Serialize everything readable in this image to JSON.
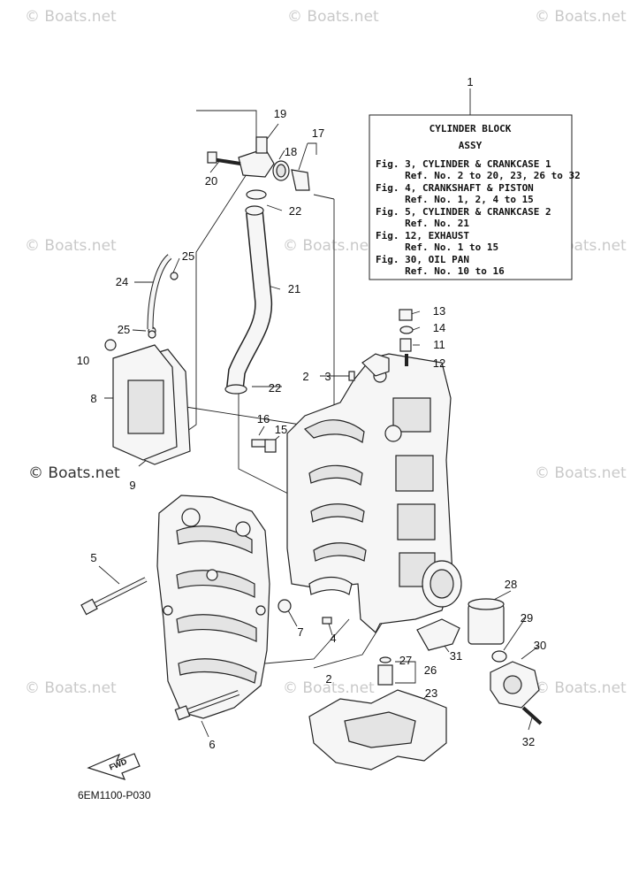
{
  "watermarks": [
    {
      "text": "© Boats.net",
      "dark": false
    },
    {
      "text": "© Boats.net",
      "dark": false
    },
    {
      "text": "© Boats.net",
      "dark": false
    },
    {
      "text": "© Boats.net",
      "dark": false
    },
    {
      "text": "© Boats.net",
      "dark": false
    },
    {
      "text": "© Boats.net",
      "dark": false
    },
    {
      "text": "© Boats.net",
      "dark": true
    },
    {
      "text": "© Boats.net",
      "dark": false
    },
    {
      "text": "© Boats.net",
      "dark": false
    },
    {
      "text": "© Boats.net",
      "dark": false
    },
    {
      "text": "© Boats.net",
      "dark": false
    }
  ],
  "info_box": {
    "title": "CYLINDER BLOCK",
    "subtitle": "ASSY",
    "lines": [
      "Fig. 3, CYLINDER & CRANKCASE 1",
      "     Ref. No. 2 to 20, 23, 26 to 32",
      "Fig. 4, CRANKSHAFT & PISTON",
      "     Ref. No. 1, 2, 4 to 15",
      "Fig. 5, CYLINDER & CRANKCASE 2",
      "     Ref. No. 21",
      "Fig. 12, EXHAUST",
      "     Ref. No. 1 to 15",
      "Fig. 30, OIL PAN",
      "     Ref. No. 10 to 16"
    ]
  },
  "callouts": [
    "1",
    "2",
    "2",
    "3",
    "4",
    "5",
    "6",
    "7",
    "8",
    "9",
    "10",
    "11",
    "12",
    "13",
    "14",
    "15",
    "16",
    "17",
    "18",
    "19",
    "20",
    "21",
    "22",
    "22",
    "23",
    "24",
    "25",
    "25",
    "26",
    "27",
    "28",
    "29",
    "30",
    "31",
    "32"
  ],
  "fwd_label": "FWD",
  "diagram_code": "6EM1100-P030",
  "colors": {
    "ink": "#222222",
    "watermark": "#c9c9c9"
  }
}
